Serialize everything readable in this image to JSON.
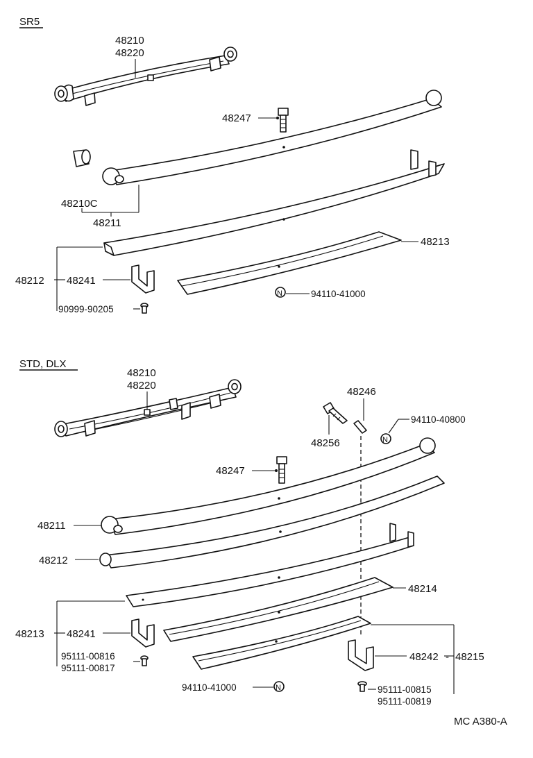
{
  "sections": [
    {
      "header": "SR5",
      "labels": {
        "p48210": "48210",
        "p48220": "48220",
        "p48247": "48247",
        "p48210C": "48210C",
        "p48211": "48211",
        "p48213": "48213",
        "p48212": "48212",
        "p48241": "48241",
        "p94110_41000": "94110-41000",
        "p90999_90205": "90999-90205"
      }
    },
    {
      "header": "STD, DLX",
      "labels": {
        "p48210": "48210",
        "p48220": "48220",
        "p48246": "48246",
        "p94110_40800": "94110-40800",
        "p48256": "48256",
        "p48247": "48247",
        "p48211": "48211",
        "p48212": "48212",
        "p48214": "48214",
        "p48213": "48213",
        "p48241": "48241",
        "p95111_00816": "95111-00816",
        "p95111_00817": "95111-00817",
        "p48242": "48242",
        "p48215": "48215",
        "p94110_41000": "94110-41000",
        "p95111_00815": "95111-00815",
        "p95111_00819": "95111-00819"
      }
    }
  ],
  "nut_symbol": "N",
  "figure_code": "MC A380-A"
}
